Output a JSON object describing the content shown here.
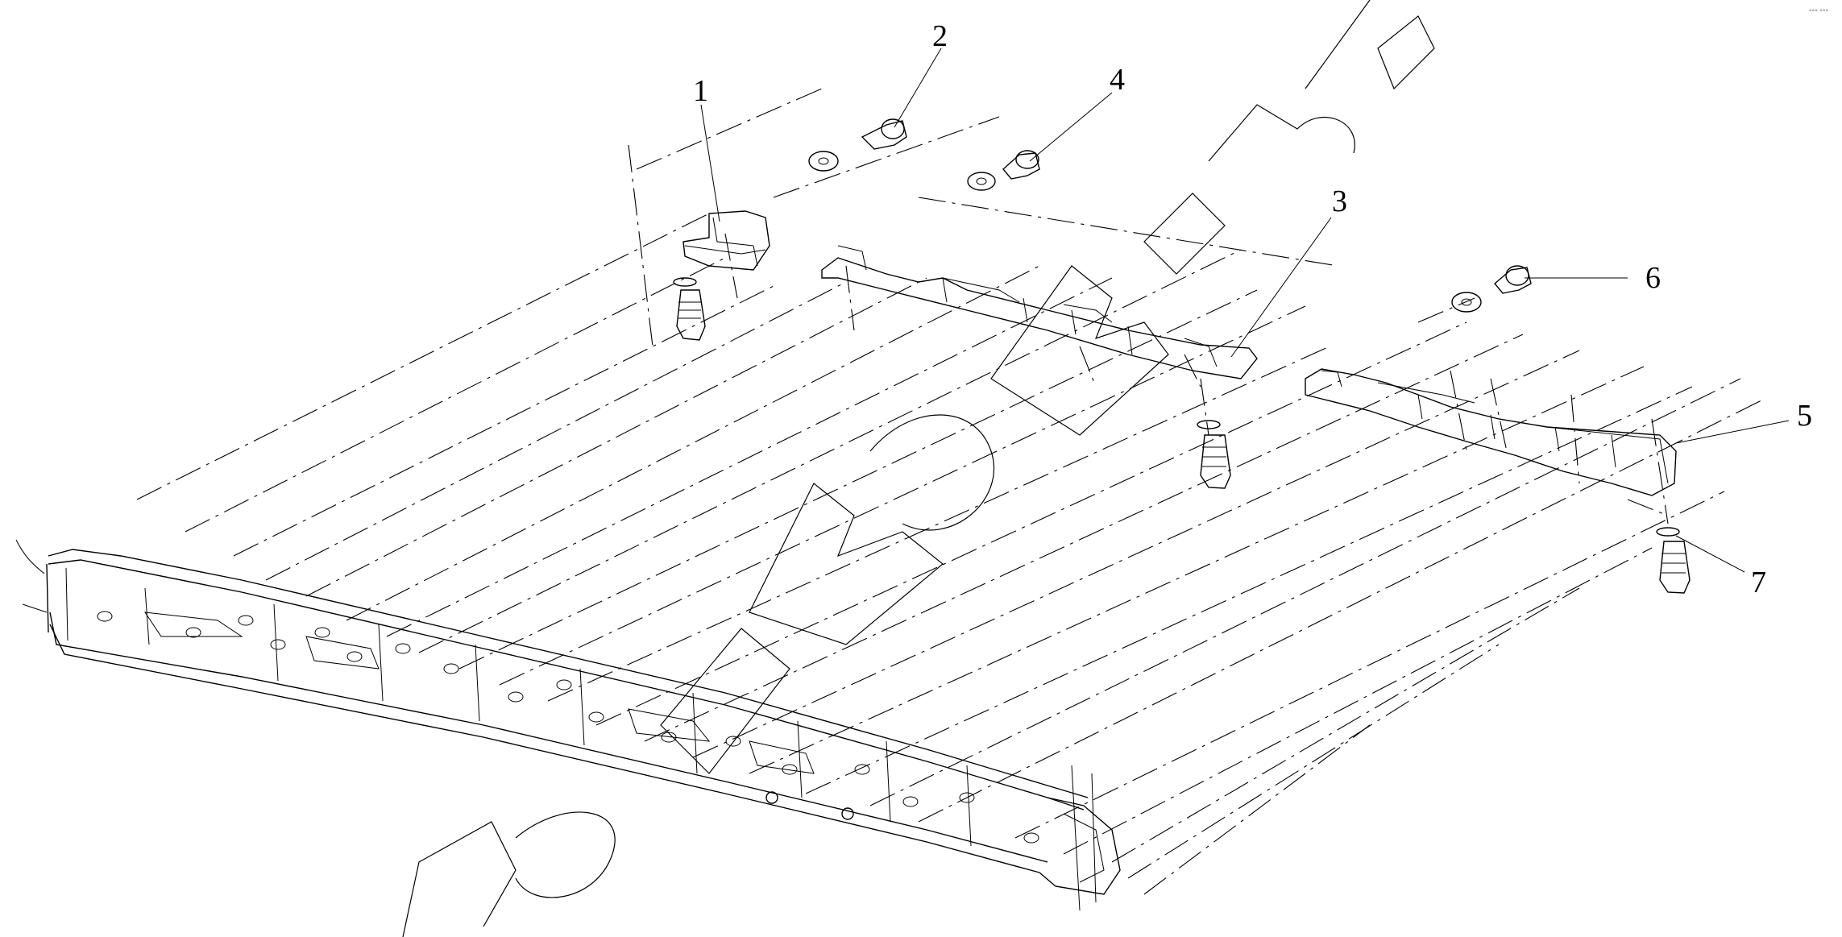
{
  "callouts": [
    {
      "num": "1"
    },
    {
      "num": "2"
    },
    {
      "num": "3"
    },
    {
      "num": "4"
    },
    {
      "num": "5"
    },
    {
      "num": "6"
    },
    {
      "num": "7"
    }
  ],
  "corner_mark": "°°° °°°",
  "colors": {
    "line": "#000000",
    "background": "#ffffff"
  }
}
